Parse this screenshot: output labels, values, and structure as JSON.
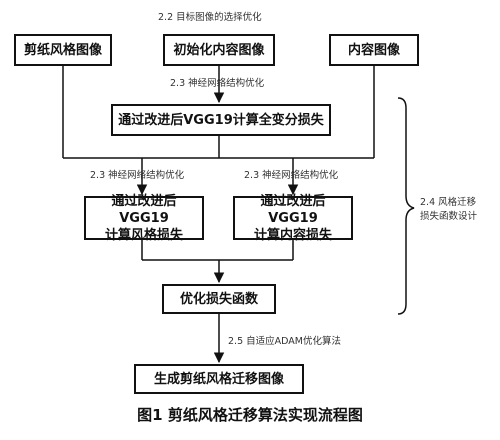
{
  "labels": {
    "top": "2.2 目标图像的选择优化",
    "to_total_loss": "2.3 神经网络结构优化",
    "to_style_loss": "2.3 神经网络结构优化",
    "to_content_loss": "2.3 神经网络结构优化",
    "to_output": "2.5 自适应ADAM优化算法",
    "side_brace": "2.4 风格迁移\n损失函数设计"
  },
  "nodes": {
    "paper_cut_style_image": "剪纸风格图像",
    "init_content_image": "初始化内容图像",
    "content_image": "内容图像",
    "total_variation_loss": "通过改进后VGG19计算全变分损失",
    "style_loss": "通过改进后VGG19\n计算风格损失",
    "content_loss": "通过改进后VGG19\n计算内容损失",
    "optimize_loss": "优化损失函数",
    "output_image": "生成剪纸风格迁移图像"
  },
  "caption": "图1 剪纸风格迁移算法实现流程图"
}
